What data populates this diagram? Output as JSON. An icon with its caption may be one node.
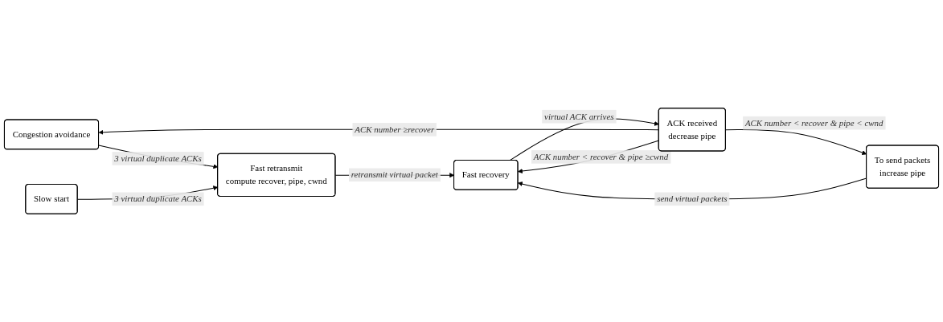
{
  "diagram": {
    "nodes": [
      {
        "text": [
          "Congestion avoidance"
        ]
      },
      {
        "text": [
          "ACK received",
          "decrease pipe"
        ]
      },
      {
        "text": [
          "Fast retransmit",
          "compute recover, pipe, cwnd"
        ]
      },
      {
        "text": [
          "Fast recovery"
        ]
      },
      {
        "text": [
          "Slow start"
        ]
      },
      {
        "text": [
          "To send packets",
          "increase pipe"
        ]
      }
    ],
    "edges": [
      {
        "from": 1,
        "to": 0,
        "arrow": "to",
        "label": "ACK number ≥recover"
      },
      {
        "from": 0,
        "to": 2,
        "arrow": "to",
        "label": "3 virtual duplicate ACKs"
      },
      {
        "from": 4,
        "to": 2,
        "arrow": "to",
        "label": "3 virtual duplicate ACKs"
      },
      {
        "from": 2,
        "to": 3,
        "arrow": "to",
        "label": "retransmit virtual packet"
      },
      {
        "from": 3,
        "to": 1,
        "arrow": "to",
        "label": "virtual ACK arrives"
      },
      {
        "from": 1,
        "to": 3,
        "arrow": "to",
        "label": "ACK number < recover & pipe ≥cwnd"
      },
      {
        "from": 1,
        "to": 5,
        "arrow": "to",
        "label": "ACK number < recover & pipe < cwnd"
      },
      {
        "from": 5,
        "to": 3,
        "arrow": "to",
        "label": "send virtual packets"
      }
    ]
  }
}
